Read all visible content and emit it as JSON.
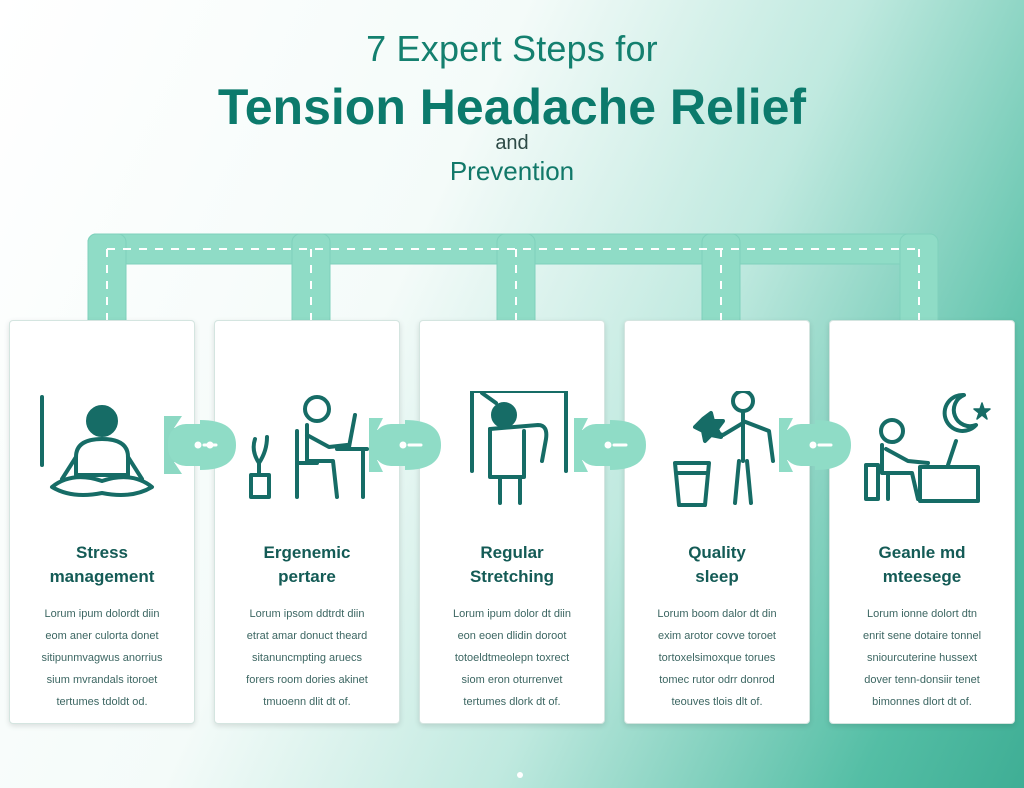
{
  "title": {
    "line1": "7 Expert Steps for",
    "line2": "Tension Headache Relief",
    "line3": "and",
    "line4": "Prevention"
  },
  "colors": {
    "accent": "#0c7a6c",
    "connector": "#8fdcc6",
    "icon": "#166c66"
  },
  "steps": [
    {
      "name_line1": "Stress",
      "name_line2": "management",
      "icon": "meditation-icon",
      "desc": [
        "Lorum ipum dolordt diin",
        "eom aner culorta donet",
        "sitipunmvagwus anorrius",
        "sium mvrandals itoroet",
        "tertumes tdoldt od."
      ]
    },
    {
      "name_line1": "Ergenemic",
      "name_line2": "pertare",
      "icon": "desk-posture-icon",
      "desc": [
        "Lorum ipsom ddtrdt diin",
        "etrat amar donuct theard",
        "sitanuncmpting aruecs",
        "forers room dories akinet",
        "tmuoenn dlit dt of."
      ]
    },
    {
      "name_line1": "Regular",
      "name_line2": "Stretching",
      "icon": "stretch-icon",
      "desc": [
        "Lorum ipum dolor dt diin",
        "eon eoen dlidin doroot",
        "totoeldtmeolepn toxrect",
        "siom eron oturrenvet",
        "tertumes dlork dt of."
      ]
    },
    {
      "name_line1": "Quality",
      "name_line2": "sleep",
      "icon": "water-hydration-icon",
      "desc": [
        "Lorum boom dalor dt din",
        "exim arotor covve toroet",
        "tortoxelsimoxque torues",
        "tomec rutor odrr donrod",
        "teouves tlois dlt of."
      ]
    },
    {
      "name_line1": "Geanle md",
      "name_line2": "mteesege",
      "icon": "sleep-moon-icon",
      "desc": [
        "Lorum ionne dolort dtn",
        "enrit sene dotaire tonnel",
        "sniourcuterine hussext",
        "dover tenn-donsiir tenet",
        "bimonnes dlort dt of."
      ]
    }
  ]
}
